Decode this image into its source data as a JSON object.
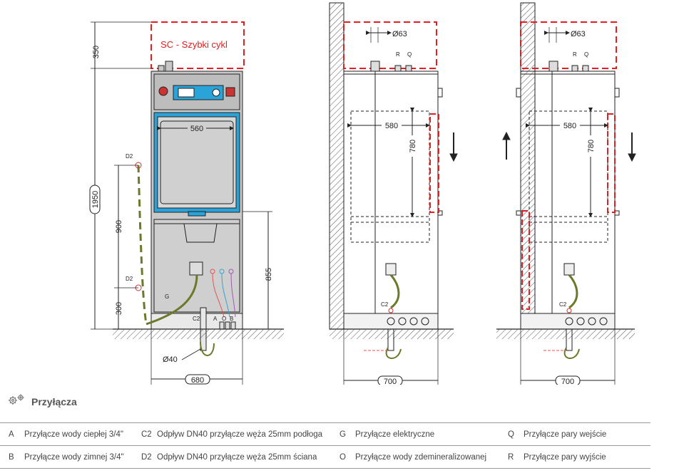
{
  "front": {
    "sc_label": "SC - Szybki cykl",
    "dim_350": "350",
    "dim_1950": "1950",
    "dim_560": "560",
    "dim_900": "900",
    "dim_300": "300",
    "dim_855": "855",
    "dim_680": "680",
    "dim_d40": "Ø40",
    "lbl_d2_top": "D2",
    "lbl_d2_bottom": "D2",
    "lbl_g": "G",
    "lbl_c2": "C2",
    "lbl_a": "A",
    "lbl_o": "O",
    "lbl_b": "B"
  },
  "side1": {
    "dim_63": "Ø63",
    "lbl_r": "R",
    "lbl_q": "Q",
    "dim_580": "580",
    "dim_780": "780",
    "lbl_c2": "C2",
    "dim_700": "700"
  },
  "side2": {
    "dim_63": "Ø63",
    "lbl_r": "R",
    "lbl_q": "Q",
    "dim_580": "580",
    "dim_780": "780",
    "lbl_c2": "C2",
    "dim_700": "700"
  },
  "section": {
    "title": "Przyłącza",
    "icon": "gears-icon"
  },
  "legend": {
    "rows": [
      [
        {
          "code": "A",
          "text": "Przyłącze wody ciepłej 3/4\""
        },
        {
          "code": "C2",
          "text": "Odpływ DN40 przyłącze węża 25mm podłoga"
        },
        {
          "code": "G",
          "text": "Przyłącze elektryczne"
        },
        {
          "code": "Q",
          "text": "Przyłącze pary wejście"
        }
      ],
      [
        {
          "code": "B",
          "text": "Przyłącze wody zimnej 3/4\""
        },
        {
          "code": "D2",
          "text": "Odpływ DN40 przyłącze węża 25mm ściana"
        },
        {
          "code": "O",
          "text": "Przyłącze wody zdemineralizowanej"
        },
        {
          "code": "R",
          "text": "Przyłącze pary wyjście"
        }
      ]
    ]
  },
  "colors": {
    "line": "#222222",
    "red_dashed": "#e02020",
    "hose": "#6b7a2a",
    "cabinet_grey": "#c8c8c8",
    "door_blue": "#29a3d8",
    "hot_water": "#e05555",
    "cold_water": "#3aa0d0",
    "demin_water": "#a05ab0"
  }
}
